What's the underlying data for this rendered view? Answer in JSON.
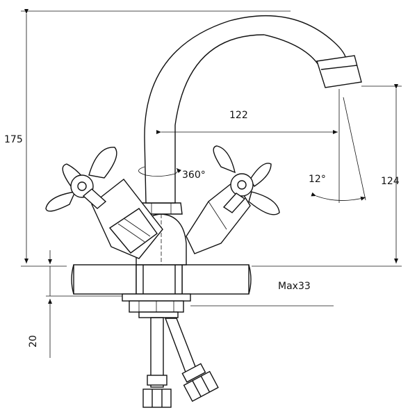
{
  "diagram": {
    "dimensions": {
      "height_total": "175",
      "spout_reach": "122",
      "spout_height": "124",
      "below_deck": "20",
      "max_thickness": "Max33",
      "rotation": "360°",
      "tilt_angle": "12°"
    }
  }
}
